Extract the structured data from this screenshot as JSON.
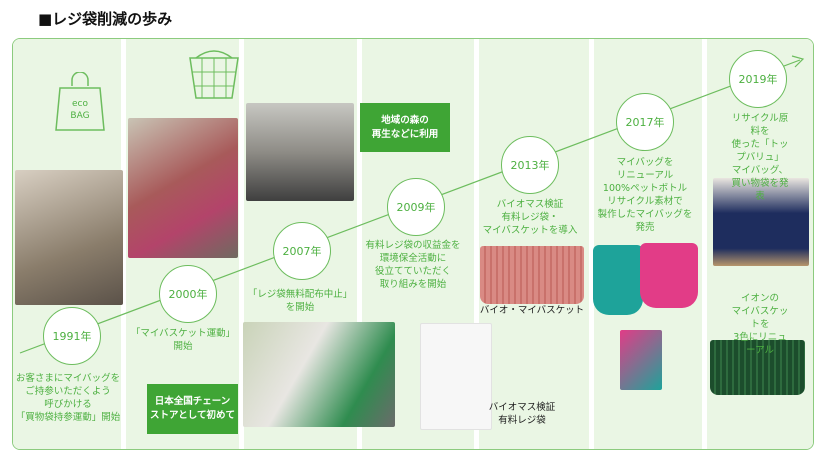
{
  "title": "■レジ袋削減の歩み",
  "milestones": [
    {
      "year": "1991年",
      "text": "お客さまにマイバッグを\nご持参いただくよう\n呼びかける\n「買物袋持参運動」開始"
    },
    {
      "year": "2000年",
      "text": "「マイバスケット運動」\n開始"
    },
    {
      "year": "2007年",
      "text": "「レジ袋無料配布中止」\nを開始"
    },
    {
      "year": "2009年",
      "text": "有料レジ袋の収益金を\n環境保全活動に\n役立てていただく\n取り組みを開始"
    },
    {
      "year": "2013年",
      "text": "バイオマス検証\n有料レジ袋・\nマイバスケットを導入"
    },
    {
      "year": "2017年",
      "text": "マイバッグを\nリニューアル\n100%ペットボトル\nリサイクル素材で\n製作したマイバッグを\n発売"
    },
    {
      "year": "2019年",
      "text": "リサイクル原料を\n使った「トップバリュ」\nマイバッグ、\n買い物袋を発表"
    }
  ],
  "notes": {
    "forest": "地域の森の\n再生などに利用",
    "first_chain": "日本全国チェーン\nストアとして初めて",
    "bio_basket": "バイオ・マイバスケット",
    "bio_bag": "バイオマス検証\n有料レジ袋",
    "basket_renewal": "イオンの\nマイバスケットを\n3色にリニューアル"
  },
  "icons": {
    "eco_bag": "eco\nBAG"
  },
  "colors": {
    "accent": "#4db041",
    "panel": "#eaf6e4",
    "box": "#3fa535"
  }
}
